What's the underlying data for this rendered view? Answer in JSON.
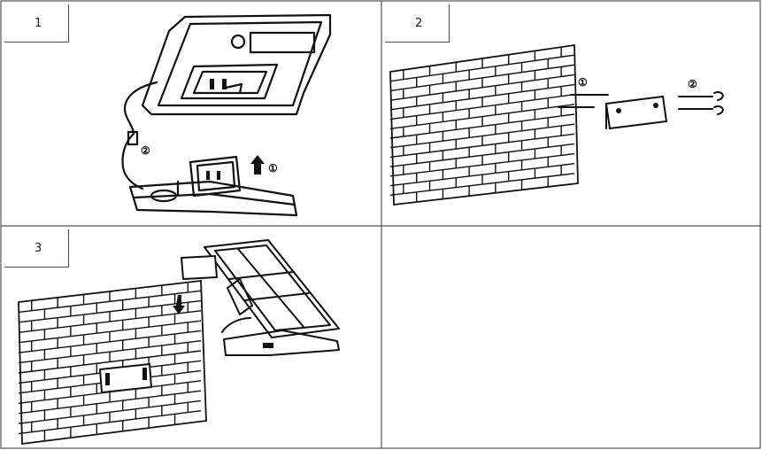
{
  "figure": {
    "panels": [
      {
        "step": "1",
        "callouts": [
          "②",
          "①"
        ]
      },
      {
        "step": "2",
        "callouts": [
          "①",
          "②"
        ]
      },
      {
        "step": "3",
        "callouts": []
      },
      {
        "step": "",
        "callouts": []
      }
    ]
  }
}
